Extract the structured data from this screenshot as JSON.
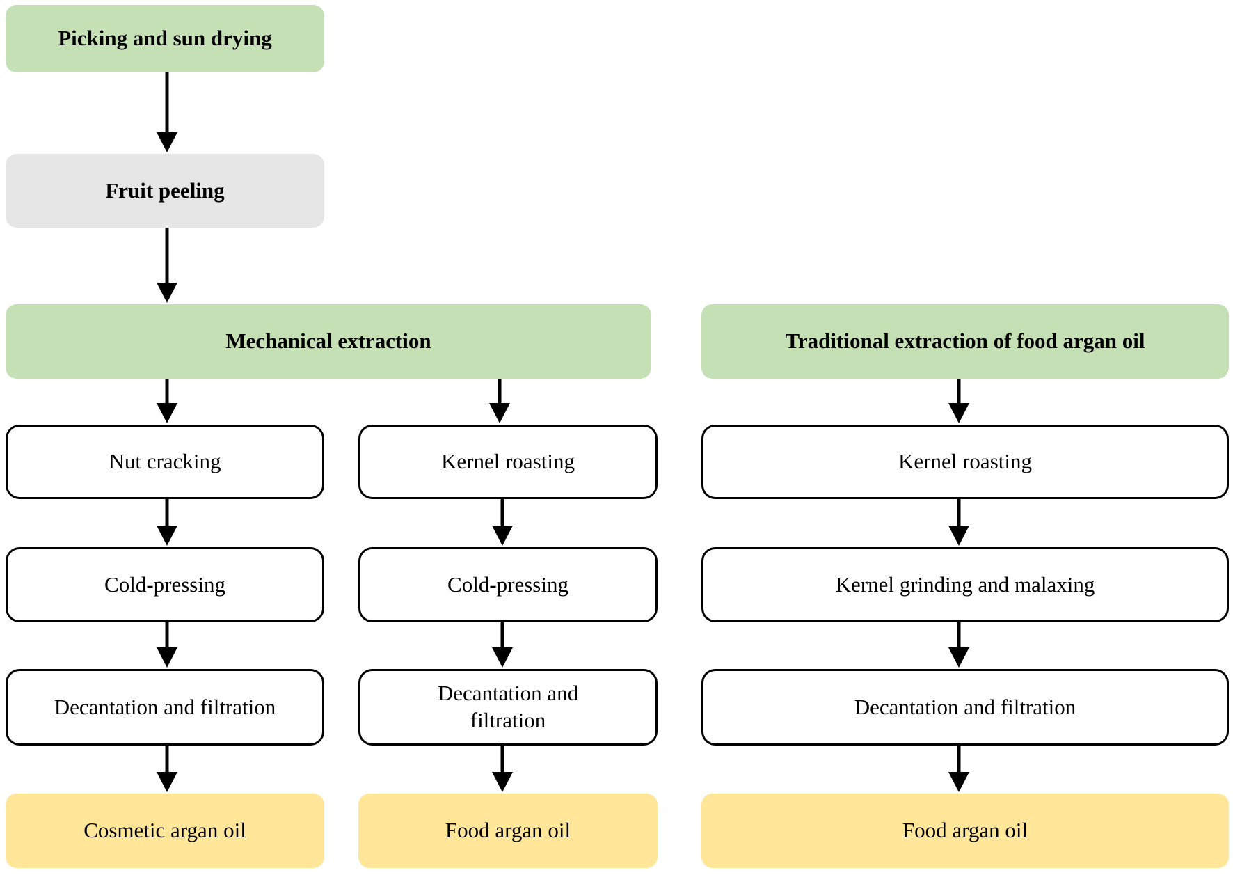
{
  "diagram": {
    "title": "Argan oil extraction flowchart",
    "colors": {
      "stage_green": "#c5e0b4",
      "neutral_gray": "#e7e6e6",
      "product_yellow": "#ffe699",
      "process_white": "#ffffff",
      "box_border": "#000000",
      "arrow_black": "#000000",
      "text_black": "#000000",
      "background": "#ffffff"
    },
    "nodes": {
      "picking": {
        "label": "Picking and sun drying",
        "kind": "stage"
      },
      "peeling": {
        "label": "Fruit peeling",
        "kind": "stage"
      },
      "mechanical": {
        "label": "Mechanical extraction",
        "kind": "stage"
      },
      "traditional": {
        "label": "Traditional extraction of food argan oil",
        "kind": "stage"
      },
      "nut_cracking": {
        "label": "Nut cracking",
        "kind": "process"
      },
      "kernel_roasting_mid": {
        "label": "Kernel roasting",
        "kind": "process"
      },
      "kernel_roasting_right": {
        "label": "Kernel roasting",
        "kind": "process"
      },
      "cold_pressing_left": {
        "label": "Cold-pressing",
        "kind": "process"
      },
      "cold_pressing_mid": {
        "label": "Cold-pressing",
        "kind": "process"
      },
      "kernel_grinding": {
        "label": "Kernel grinding and malaxing",
        "kind": "process"
      },
      "decantation_left": {
        "label": "Decantation and filtration",
        "kind": "process"
      },
      "decantation_mid": {
        "label": "Decantation and\nfiltration",
        "kind": "process"
      },
      "decantation_right": {
        "label": "Decantation and filtration",
        "kind": "process"
      },
      "cosmetic_oil": {
        "label": "Cosmetic argan oil",
        "kind": "product"
      },
      "food_oil_mid": {
        "label": "Food argan oil",
        "kind": "product"
      },
      "food_oil_right": {
        "label": "Food argan oil",
        "kind": "product"
      }
    },
    "edges": [
      {
        "from": "picking",
        "to": "peeling"
      },
      {
        "from": "peeling",
        "to": "mechanical"
      },
      {
        "from": "mechanical",
        "to": "nut_cracking"
      },
      {
        "from": "mechanical",
        "to": "kernel_roasting_mid"
      },
      {
        "from": "traditional",
        "to": "kernel_roasting_right"
      },
      {
        "from": "nut_cracking",
        "to": "cold_pressing_left"
      },
      {
        "from": "kernel_roasting_mid",
        "to": "cold_pressing_mid"
      },
      {
        "from": "kernel_roasting_right",
        "to": "kernel_grinding"
      },
      {
        "from": "cold_pressing_left",
        "to": "decantation_left"
      },
      {
        "from": "cold_pressing_mid",
        "to": "decantation_mid"
      },
      {
        "from": "kernel_grinding",
        "to": "decantation_right"
      },
      {
        "from": "decantation_left",
        "to": "cosmetic_oil"
      },
      {
        "from": "decantation_mid",
        "to": "food_oil_mid"
      },
      {
        "from": "decantation_right",
        "to": "food_oil_right"
      }
    ]
  }
}
